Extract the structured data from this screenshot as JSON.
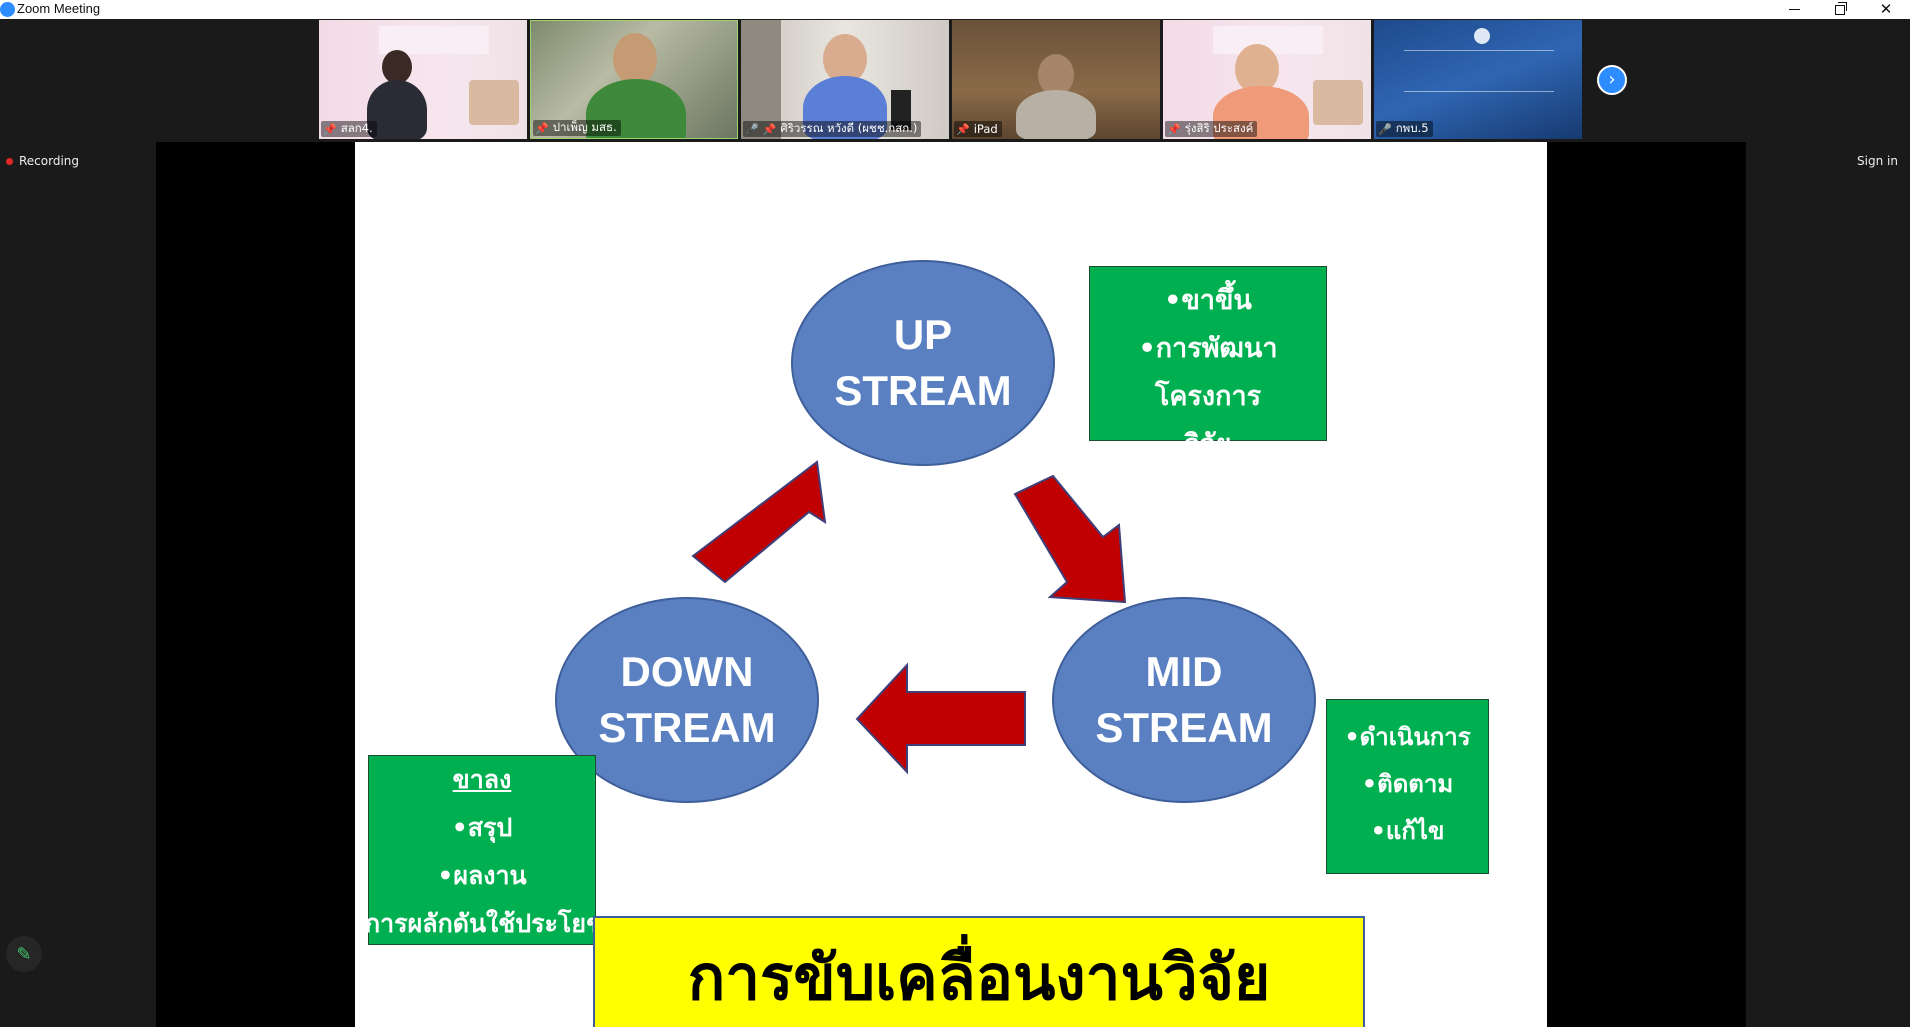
{
  "window": {
    "title": "Zoom Meeting"
  },
  "participants": [
    {
      "name": "สลก4.",
      "muted": false
    },
    {
      "name": "ปาเพ็ญ มสธ.",
      "muted": false
    },
    {
      "name": "ศิริวรรณ หวังดี (ผชช.กสก.)",
      "muted": true
    },
    {
      "name": "iPad",
      "muted": false
    },
    {
      "name": "รุ่งสิริ ประสงค์",
      "muted": false
    },
    {
      "name": "กพบ.5",
      "muted": true
    }
  ],
  "status": {
    "recording": "Recording",
    "sign_in": "Sign in"
  },
  "slide": {
    "up_stream": [
      "UP",
      "STREAM"
    ],
    "mid_stream": [
      "MID",
      "STREAM"
    ],
    "down_stream": [
      "DOWN",
      "STREAM"
    ],
    "up_box": [
      "•ขาขึ้น",
      "•การพัฒนาโครงการ",
      "วิจัย"
    ],
    "mid_box": [
      "•ดำเนินการ",
      "•ติดตาม",
      "•แก้ไข"
    ],
    "down_box_heading": "ขาลง",
    "down_box": [
      "•สรุป",
      "•ผลงาน",
      "การผลักดันใช้ประโยชน์"
    ],
    "banner": "การขับเคลื่อนงานวิจัย"
  },
  "colors": {
    "ellipse": "#5a80c2",
    "green_box": "#00b050",
    "banner": "#ffff00",
    "arrow": "#c00000",
    "zoom_blue": "#2d8cff"
  },
  "icons": [
    "pin-icon",
    "mic-off-icon",
    "chevron-right-icon",
    "pencil-icon",
    "record-dot-icon"
  ]
}
